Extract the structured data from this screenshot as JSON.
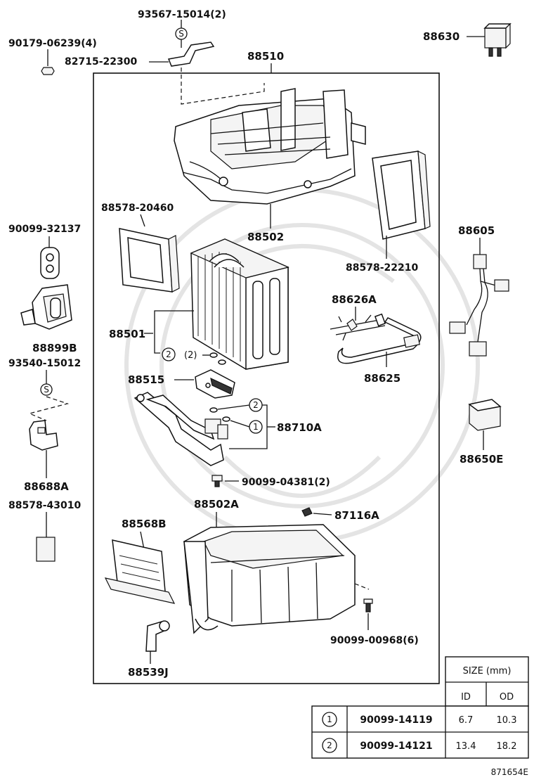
{
  "diagram_ref": "871654E",
  "labels": {
    "p93567": "93567-15014(2)",
    "p90179": "90179-06239(4)",
    "p82715": "82715-22300",
    "p88510": "88510",
    "p88630": "88630",
    "p88578_20460": "88578-20460",
    "p88502": "88502",
    "p90099_32137": "90099-32137",
    "p88578_22210": "88578-22210",
    "p88605": "88605",
    "p88626A": "88626A",
    "p88501": "88501",
    "p88899B": "88899B",
    "p93540": "93540-15012",
    "p2a": "(2)",
    "p88515": "88515",
    "p88625": "88625",
    "p88710A": "88710A",
    "p88688A": "88688A",
    "p90099_04381": "90099-04381(2)",
    "p88650E": "88650E",
    "p88578_43010": "88578-43010",
    "p88502A": "88502A",
    "p87116A": "87116A",
    "p88568B": "88568B",
    "p90099_00968": "90099-00968(6)",
    "p88539J": "88539J"
  },
  "markers": {
    "s": "S",
    "c1": "1",
    "c2": "2"
  },
  "size_table": {
    "title": "SIZE (mm)",
    "col_id": "ID",
    "col_od": "OD",
    "rows": [
      {
        "key": "1",
        "part": "90099-14119",
        "id": "6.7",
        "od": "10.3"
      },
      {
        "key": "2",
        "part": "90099-14121",
        "id": "13.4",
        "od": "18.2"
      }
    ]
  }
}
